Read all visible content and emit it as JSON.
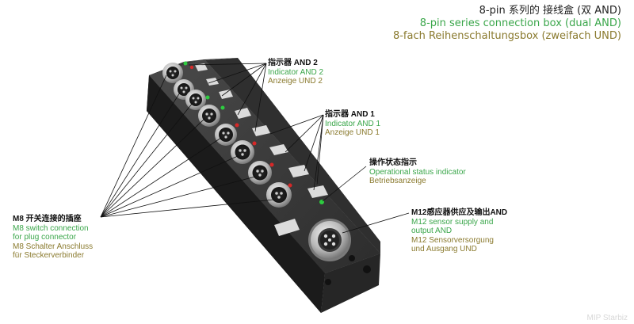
{
  "title": {
    "cn": "8-pin 系列的 接线盒 (双 AND)",
    "en": "8-pin series connection box (dual AND)",
    "de": "8-fach Reihenschaltungsbox (zweifach UND)"
  },
  "labels": {
    "indicator2": {
      "cn": "指示器 AND 2",
      "en": "Indicator AND 2",
      "de": "Anzeige UND 2"
    },
    "indicator1": {
      "cn": "指示器 AND 1",
      "en": "Indicator AND 1",
      "de": "Anzeige UND 1"
    },
    "status": {
      "cn": "操作状态指示",
      "en": "Operational status indicator",
      "de": "Betriebsanzeige"
    },
    "m12": {
      "cn": "M12感应器供应及输出AND",
      "en1": "M12 sensor supply and",
      "en2": "output AND",
      "de1": "M12 Sensorversorgung",
      "de2": "und Ausgang UND"
    },
    "m8": {
      "cn": "M8 开关连接的插座",
      "en1": "M8 switch connection",
      "en2": "for plug connector",
      "de1": "M8 Schalter Anschluss",
      "de2": "für Steckerverbinder"
    }
  },
  "watermark": "MIP Starbiz",
  "colors": {
    "green": "#3aa64a",
    "olive": "#8a7a2e",
    "body": "#2b2b2b",
    "led_green": "#2ecc40",
    "led_red": "#d62828"
  }
}
